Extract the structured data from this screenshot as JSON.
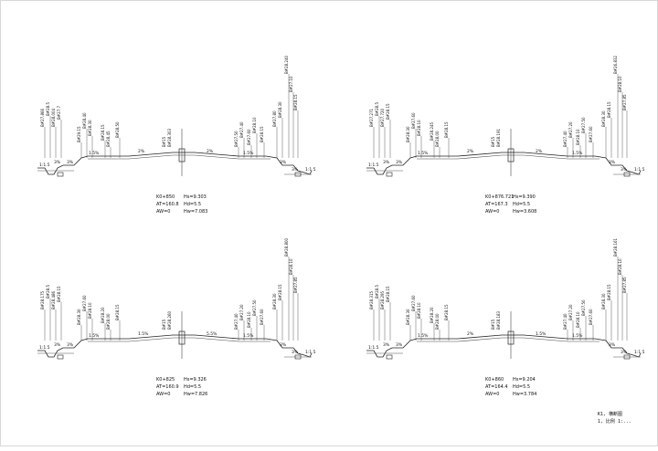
{
  "sheet": {
    "title_lines": [
      "K1, 横断图",
      "1, 比例 1:..."
    ]
  },
  "sections": [
    {
      "id": "s1",
      "slope_labels": [
        "1:1.5",
        "3%",
        "3%",
        "1.5%",
        "2%",
        "2%",
        "1.5%",
        "3%",
        "3%",
        "1:1.5"
      ],
      "left_annotations": [
        "B#27.866",
        "B#28.5",
        "B#28.004",
        "B#27.7",
        "B#29.15",
        "B#28.40",
        "B#28.30",
        "B#28.15",
        "B#28.45",
        "B#28.50"
      ],
      "right_annotations": [
        "B#28.240",
        "B#27.10",
        "B#28.15",
        "B#27.80",
        "B#28.30",
        "B#28.15",
        "B#27.60",
        "B#28.10",
        "B#27.50",
        "B#27.40"
      ],
      "centre_annotations": [
        "B#15",
        "B#28.303"
      ],
      "info": [
        "K0+850",
        "AT=160.8",
        "AW=0"
      ],
      "info2": [
        "Hs=9.303",
        "Hd=5.5",
        "Hw=7.083"
      ]
    },
    {
      "id": "s2",
      "slope_labels": [
        "1:1.5",
        "3%",
        "3%",
        "1.5%",
        "2%",
        "2%",
        "1.5%",
        "3%",
        "3%",
        "1:1.5"
      ],
      "left_annotations": [
        "B#27.271",
        "B#28.5",
        "B#27.720",
        "B#28.15",
        "B#28.30",
        "B#27.60",
        "B#28.10",
        "B#28.245",
        "B#28.00",
        "B#28.15"
      ],
      "right_annotations": [
        "B#26.832",
        "B#28.10",
        "B#27.85",
        "B#28.30",
        "B#28.15",
        "B#27.60",
        "B#28.10",
        "B#27.50",
        "B#27.40",
        "B#27.20"
      ],
      "centre_annotations": [
        "B#15",
        "B#28.191"
      ],
      "info": [
        "K0+876.721",
        "AT=167.3",
        "AW=0"
      ],
      "info2": [
        "Hs=9.390",
        "Hd=5.5",
        "Hw=3.608"
      ]
    },
    {
      "id": "s3",
      "slope_labels": [
        "1:1.5",
        "3%",
        "3%",
        "1.5%",
        "1.5%",
        "5.5%",
        "1.5%",
        "3%",
        "3%",
        "1:1.5"
      ],
      "left_annotations": [
        "B#28.175",
        "B#28.5",
        "B#28.486",
        "B#28.15",
        "B#28.30",
        "B#27.60",
        "B#28.10",
        "B#28.20",
        "B#28.00",
        "B#28.15"
      ],
      "right_annotations": [
        "B#28.800",
        "B#28.10",
        "B#27.85",
        "B#28.30",
        "B#28.15",
        "B#27.60",
        "B#28.10",
        "B#27.50",
        "B#27.40",
        "B#27.20"
      ],
      "centre_annotations": [
        "B#15",
        "B#28.260"
      ],
      "info": [
        "K0+825",
        "AT=160.9",
        "AW=0"
      ],
      "info2": [
        "Hs=9.326",
        "Hd=5.5",
        "Hw=7.826"
      ]
    },
    {
      "id": "s4",
      "slope_labels": [
        "1:1.5",
        "3%",
        "3%",
        "1.5%",
        "2%",
        "1.5%",
        "1.5%",
        "3%",
        "3%",
        "1:1.5"
      ],
      "left_annotations": [
        "B#28.315",
        "B#28.5",
        "B#28.295",
        "B#28.15",
        "B#28.30",
        "B#27.60",
        "B#28.10",
        "B#28.20",
        "B#28.00",
        "B#28.15"
      ],
      "right_annotations": [
        "B#28.161",
        "B#28.10",
        "B#27.85",
        "B#28.30",
        "B#28.15",
        "B#27.60",
        "B#28.10",
        "B#27.50",
        "B#27.40",
        "B#27.20"
      ],
      "centre_annotations": [
        "B#15",
        "B#28.183"
      ],
      "info": [
        "K0+860",
        "AT=164.4",
        "AW=0"
      ],
      "info2": [
        "Hs=9.204",
        "Hd=5.5",
        "Hw=3.784"
      ]
    }
  ]
}
